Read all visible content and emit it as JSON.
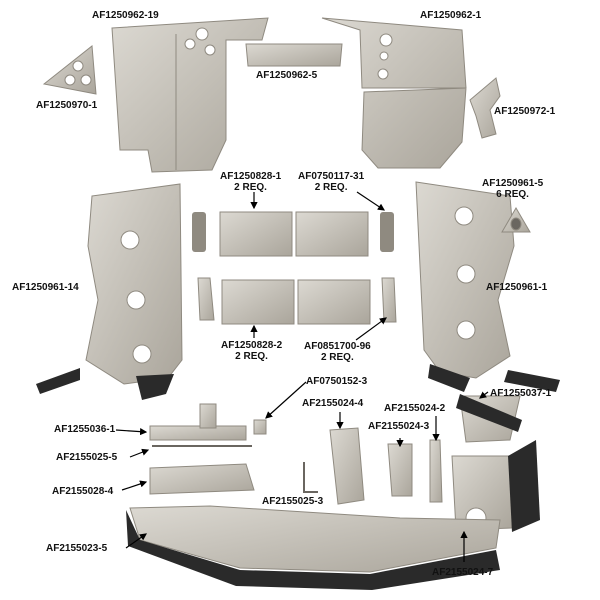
{
  "colors": {
    "metal_light": "#c9c6bf",
    "metal_dark": "#8f8a80",
    "rubber": "#2a2a2a",
    "arrow": "#000000"
  },
  "parts": {
    "p_f19": {
      "number": "AF1250962-19"
    },
    "p_f1": {
      "number": "AF1250962-1"
    },
    "p_f5": {
      "number": "AF1250962-5"
    },
    "p_f970": {
      "number": "AF1250970-1"
    },
    "p_f972": {
      "number": "AF1250972-1"
    },
    "p_f828_1": {
      "number": "AF1250828-1",
      "qty": "2 REQ."
    },
    "p_f0750117": {
      "number": "AF0750117-31",
      "qty": "2 REQ."
    },
    "p_f961_5": {
      "number": "AF1250961-5",
      "qty": "6 REQ."
    },
    "p_f961_14": {
      "number": "AF1250961-14"
    },
    "p_f961_1": {
      "number": "AF1250961-1"
    },
    "p_f828_2": {
      "number": "AF1250828-2",
      "qty": "2 REQ."
    },
    "p_f0851700": {
      "number": "AF0851700-96",
      "qty": "2 REQ."
    },
    "p_f0750152": {
      "number": "AF0750152-3"
    },
    "p_f1255036": {
      "number": "AF1255036-1"
    },
    "p_f2155024_4": {
      "number": "AF2155024-4"
    },
    "p_f2155024_2": {
      "number": "AF2155024-2"
    },
    "p_f2155024_3": {
      "number": "AF2155024-3"
    },
    "p_f1255037": {
      "number": "AF1255037-1"
    },
    "p_f2155025_5": {
      "number": "AF2155025-5"
    },
    "p_f2155028": {
      "number": "AF2155028-4"
    },
    "p_f2155025_3": {
      "number": "AF2155025-3"
    },
    "p_f2155023": {
      "number": "AF2155023-5"
    },
    "p_f2155024_7": {
      "number": "AF2155024-7"
    }
  }
}
